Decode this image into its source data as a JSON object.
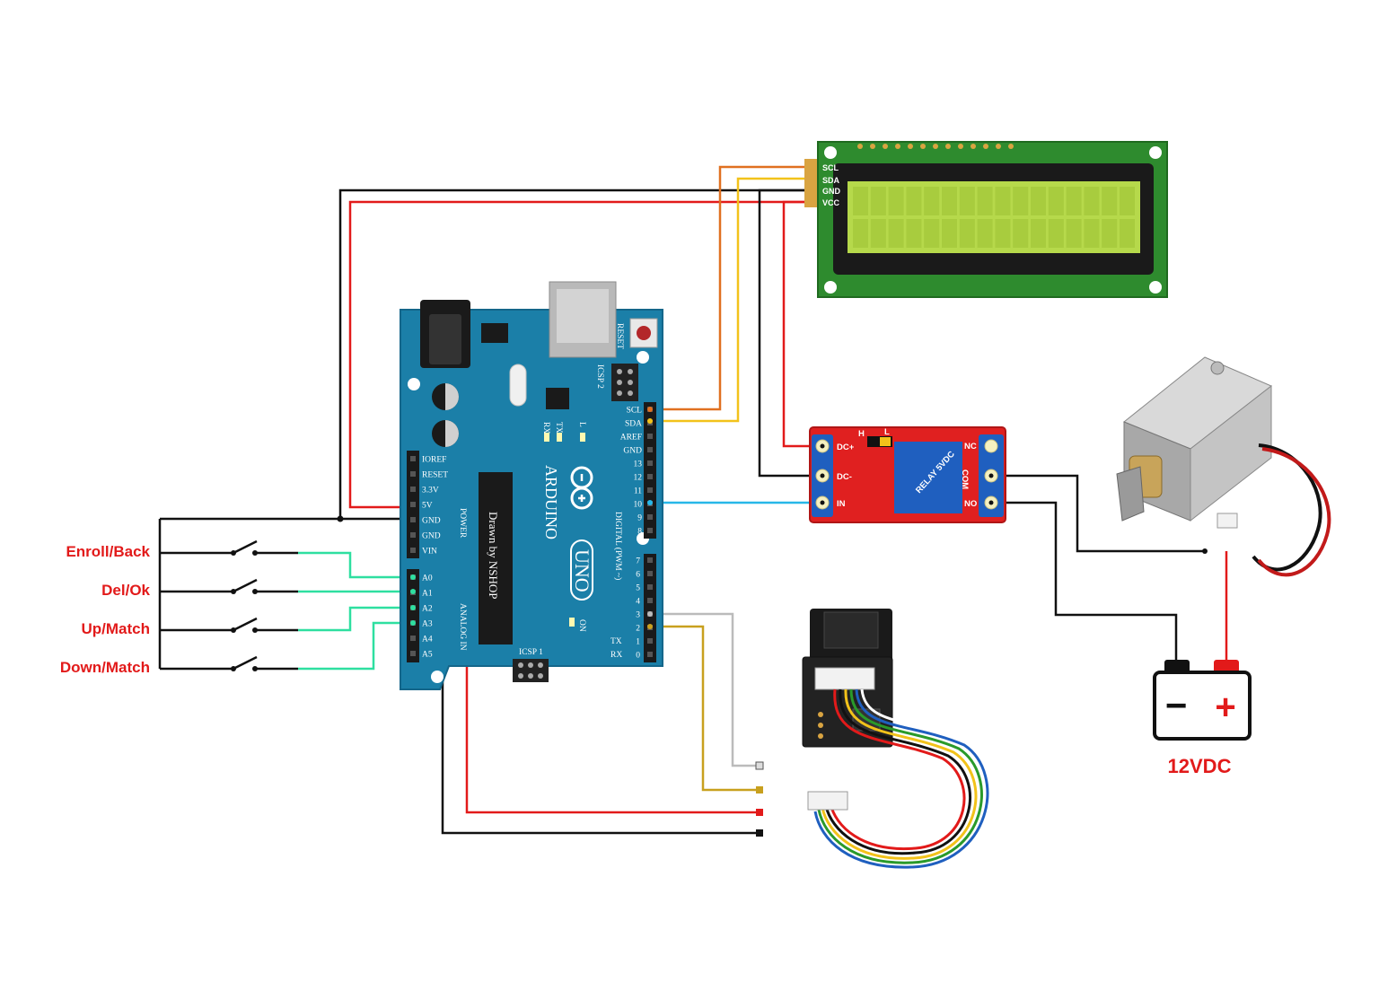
{
  "buttons": [
    {
      "label": "Enroll/Back"
    },
    {
      "label": "Del/Ok"
    },
    {
      "label": "Up/Match"
    },
    {
      "label": "Down/Match"
    }
  ],
  "arduino": {
    "brand": "ARDUINO",
    "model": "UNO",
    "chip_label": "Drawn by NSHOP",
    "reset": "RESET",
    "icsp1": "ICSP 1",
    "icsp2": "ICSP 2",
    "power_header": "POWER",
    "analog_header": "ANALOG IN",
    "digital_header": "DIGITAL (PWM ~)",
    "left_pins": [
      "IOREF",
      "RESET",
      "3.3V",
      "5V",
      "GND",
      "GND",
      "VIN"
    ],
    "analog_pins": [
      "A0",
      "A1",
      "A2",
      "A3",
      "A4",
      "A5"
    ],
    "top_pins": [
      "SCL",
      "SDA",
      "AREF",
      "GND",
      "13",
      "12",
      "11",
      "10",
      "9",
      "8"
    ],
    "bottom_pins": [
      "7",
      "6",
      "5",
      "4",
      "3",
      "2",
      "1",
      "0"
    ],
    "tx": "TX",
    "rx": "RX",
    "led_rx": "RX",
    "led_tx": "TX",
    "led_l": "L",
    "led_on": "ON"
  },
  "lcd": {
    "pins": [
      "SCL",
      "SDA",
      "GND",
      "VCC"
    ]
  },
  "relay": {
    "label": "RELAY 5VDC",
    "jumper_h": "H",
    "jumper_l": "L",
    "left_pins": [
      "DC+",
      "DC-",
      "IN"
    ],
    "right_pins": [
      "NC",
      "COM",
      "NO"
    ]
  },
  "battery": {
    "label": "12VDC",
    "minus": "−",
    "plus": "+"
  },
  "colors": {
    "board": "#1b7fa8",
    "board_dark": "#14668a",
    "red_text": "#e21a1a",
    "lcd_pcb": "#2e8b2e",
    "lcd_screen": "#b6d94b",
    "relay_pcb": "#e02020",
    "wire_black": "#111111",
    "wire_red": "#e21a1a",
    "wire_orange": "#e07020",
    "wire_yellow": "#f2c21a",
    "wire_green": "#2edfa0",
    "wire_blue": "#27b7e8",
    "wire_gray": "#bbbbbb",
    "wire_gold": "#c8a01e"
  }
}
